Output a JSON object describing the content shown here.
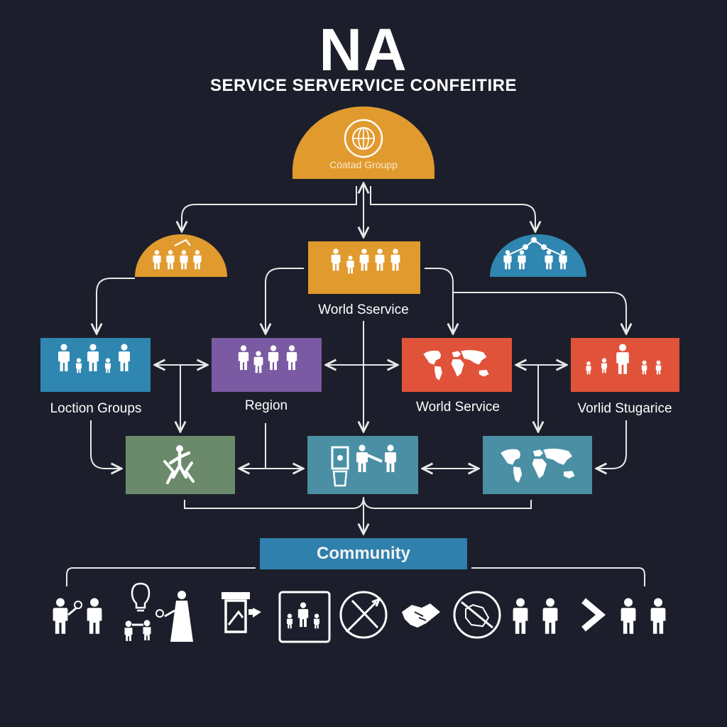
{
  "header": {
    "title": "NA",
    "subtitle": "SERVICE SERVERVICE CONFEITIRE"
  },
  "colors": {
    "background": "#1c1f2b",
    "orange": "#e19a2e",
    "blue": "#2f86b0",
    "purple": "#7a5aa2",
    "red": "#e0533a",
    "green": "#6a8a6b",
    "teal": "#4a8fa4",
    "community": "#2f80ad",
    "line": "#e8e8e8"
  },
  "diagram": {
    "top_node": {
      "label": "Cöatad Groupp",
      "icon": "globe-icon"
    },
    "left_dome": {
      "icon": "people-group-icon"
    },
    "right_dome": {
      "icon": "network-people-icon"
    },
    "center_box": {
      "label": "World Sservice",
      "icon": "people-group-icon"
    },
    "row1": [
      {
        "label": "Loction Groups",
        "icon": "family-icon"
      },
      {
        "label": "Region",
        "icon": "people-group-icon"
      },
      {
        "label": "World Service",
        "icon": "world-map-icon"
      },
      {
        "label": "Vorlid Stugarice",
        "icon": "family-icon"
      }
    ],
    "row2": [
      {
        "icon": "dancing-people-icon"
      },
      {
        "icon": "presentation-people-icon"
      },
      {
        "icon": "world-map-icon"
      }
    ],
    "community": {
      "label": "Community"
    },
    "bottom_icons": [
      "person-icon",
      "person-icon",
      "lightbulb-family-icon",
      "person-icon",
      "podium-icon",
      "family-frame-icon",
      "crossed-tools-icon",
      "handshake-icon",
      "no-map-icon",
      "person-icon",
      "person-icon",
      "chevron-right-icon",
      "person-icon",
      "person-icon"
    ]
  }
}
